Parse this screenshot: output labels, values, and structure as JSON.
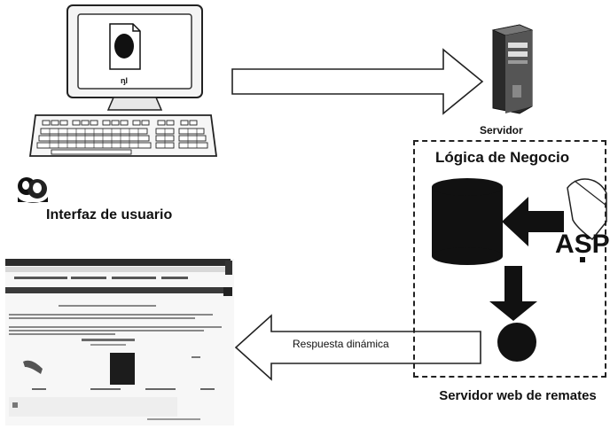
{
  "diagram": {
    "server_label": "Servidor",
    "business_logic_title": "Lógica de Negocio",
    "user_interface_label": "Interfaz de usuario",
    "web_server_label": "Servidor web de remates",
    "response_label": "Respuesta dinámica",
    "asp_logo_text": "ASP"
  },
  "colors": {
    "ink": "#111111",
    "database": "#111111",
    "arrow_fill": "#ffffff",
    "arrow_stroke": "#222222"
  },
  "icons": {
    "computer": "desktop-computer-icon",
    "server": "tower-server-icon",
    "database": "database-icon",
    "users": "users-icon",
    "asp": "asp-logo-icon"
  }
}
